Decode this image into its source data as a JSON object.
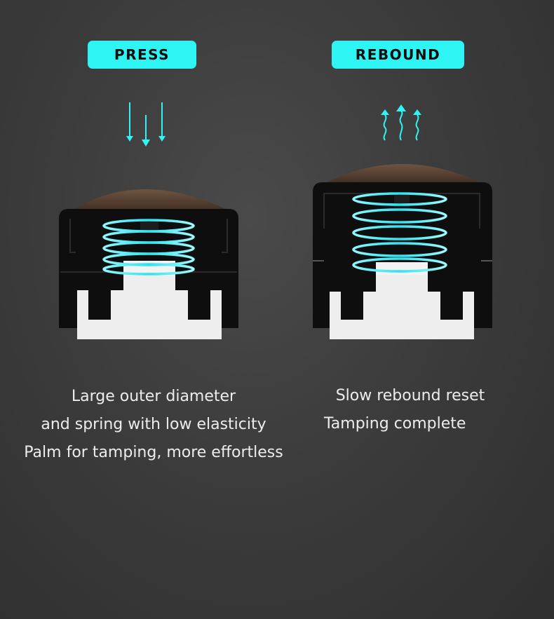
{
  "press": {
    "label": "PRESS",
    "caption_lines": [
      "Large outer diameter",
      "and spring with low elasticity",
      "Palm for tamping, more effortless"
    ]
  },
  "rebound": {
    "label": "REBOUND",
    "caption_lines": [
      "Slow rebound reset",
      "Tamping complete"
    ]
  },
  "colors": {
    "accent": "#2ff4f4",
    "wood": "#5a4232",
    "body": "#0e0e0e",
    "white_part": "#eeeeee",
    "background": "#3c3c3c"
  },
  "icons": {
    "press_arrows": "arrows-down-icon",
    "rebound_arrows": "wavy-arrows-up-icon"
  }
}
